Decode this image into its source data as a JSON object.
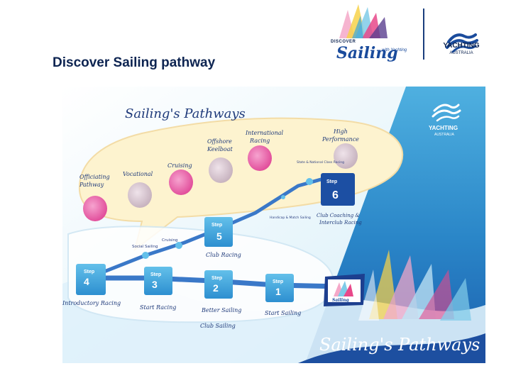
{
  "slide": {
    "title": "Discover Sailing pathway"
  },
  "header_logos": {
    "discover_sailing": {
      "small": "DISCOVER",
      "word": "Sailing",
      "tag": "with Yachting"
    },
    "yachting_australia": {
      "line1": "YACHTING",
      "line2": "AUSTRALIA"
    }
  },
  "diagram": {
    "heading": "Sailing's Pathways",
    "footer_title": "Sailing's Pathways",
    "panel_logo": {
      "line1": "YACHTING",
      "line2": "AUSTRALIA"
    },
    "bubble_options": [
      "Officiating Pathway",
      "Vocational",
      "Cruising",
      "Offshore Keelboat",
      "International Racing",
      "High Performance"
    ],
    "steps": [
      {
        "word": "Step",
        "number": "1",
        "caption": "Start Sailing"
      },
      {
        "word": "Step",
        "number": "2",
        "caption": "Better Sailing"
      },
      {
        "word": "Step",
        "number": "3",
        "caption": "Start Racing"
      },
      {
        "word": "Step",
        "number": "4",
        "caption": "Introductory Racing"
      },
      {
        "word": "Step",
        "number": "5",
        "caption": "Club Racing"
      },
      {
        "word": "Step",
        "number": "6",
        "caption": "Club Coaching & Interclub Racing"
      }
    ],
    "path_labels": {
      "social_sailing": "Social Sailing",
      "cruising": "Cruising",
      "handicap": "Handicap & Match Sailing",
      "state_national": "State & National Class Racing",
      "club_sailing": "Club Sailing"
    },
    "flag_logo": "Sailing"
  }
}
